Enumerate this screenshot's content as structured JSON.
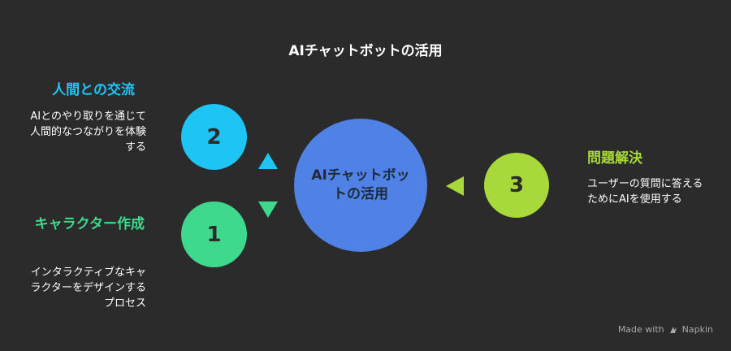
{
  "title": "AIチャットボットの活用",
  "center": {
    "label": "AIチャットボットの活用",
    "color": "#4f82e4"
  },
  "items": [
    {
      "number": "2",
      "heading": "人間との交流",
      "description": "AIとのやり取りを通じて人間的なつながりを体験する",
      "color": "#1ec4f4"
    },
    {
      "number": "1",
      "heading": "キャラクター作成",
      "description": "インタラクティブなキャラクターをデザインするプロセス",
      "color": "#3ed98c"
    },
    {
      "number": "3",
      "heading": "問題解決",
      "description": "ユーザーの質問に答えるためにAIを使用する",
      "color": "#a8d93a"
    }
  ],
  "footer": {
    "made_with": "Made with",
    "brand": "Napkin"
  }
}
